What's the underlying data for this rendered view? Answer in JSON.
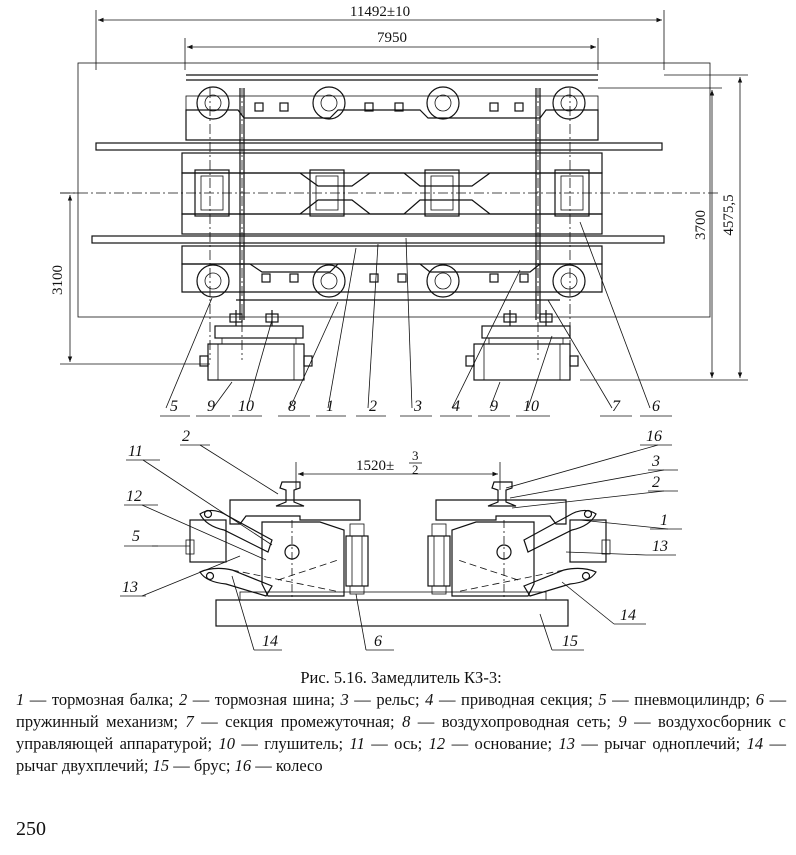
{
  "dimensions": {
    "overall_length": "11492±10",
    "inner_length": "7950",
    "height_left": "3100",
    "height_right_inner": "3700",
    "height_right_outer": "4575,5",
    "gauge": "1520±",
    "gauge_tol_top": "3",
    "gauge_tol_bottom": "2"
  },
  "plan_labels": [
    "5",
    "9",
    "10",
    "8",
    "1",
    "2",
    "3",
    "4",
    "9",
    "10",
    "7",
    "6"
  ],
  "section_labels": {
    "left": [
      "2",
      "11",
      "12",
      "5",
      "13",
      "14",
      "6"
    ],
    "right": [
      "16",
      "3",
      "2",
      "1",
      "13",
      "14",
      "15"
    ]
  },
  "caption": {
    "title": "Рис. 5.16. Замедлитель КЗ-3:",
    "items": [
      {
        "n": "1",
        "t": "тормозная балка"
      },
      {
        "n": "2",
        "t": "тормозная шина"
      },
      {
        "n": "3",
        "t": "рельс"
      },
      {
        "n": "4",
        "t": "приводная секция"
      },
      {
        "n": "5",
        "t": "пневмоцилиндр"
      },
      {
        "n": "6",
        "t": "пружинный механизм"
      },
      {
        "n": "7",
        "t": "секция промежуточная"
      },
      {
        "n": "8",
        "t": "воздухопроводная сеть"
      },
      {
        "n": "9",
        "t": "воздухосборник с управляющей аппаратурой"
      },
      {
        "n": "10",
        "t": "глушитель"
      },
      {
        "n": "11",
        "t": "ось"
      },
      {
        "n": "12",
        "t": "основание"
      },
      {
        "n": "13",
        "t": "рычаг одноплечий"
      },
      {
        "n": "14",
        "t": "рычаг двухплечий"
      },
      {
        "n": "15",
        "t": "брус"
      },
      {
        "n": "16",
        "t": "колесо"
      }
    ]
  },
  "page_number": "250"
}
